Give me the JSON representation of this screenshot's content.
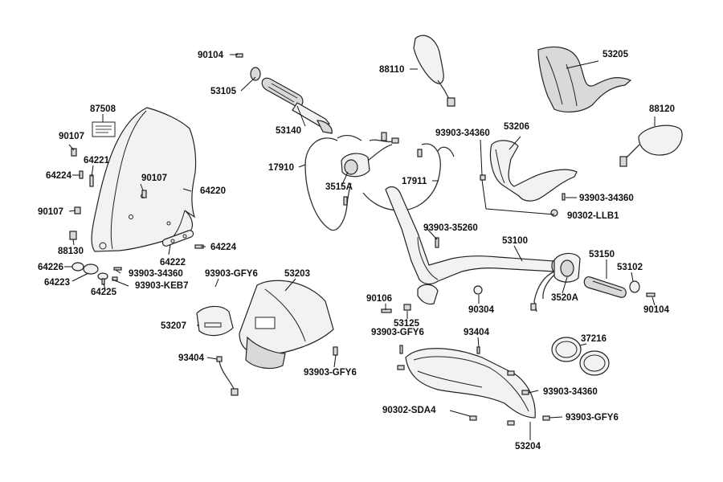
{
  "labels": {
    "l90104a": "90104",
    "l53105": "53105",
    "l53140": "53140",
    "l88110": "88110",
    "l53205": "53205",
    "l87508": "87508",
    "l90107a": "90107",
    "l64221": "64221",
    "l64224a": "64224",
    "l90107b": "90107",
    "l64220": "64220",
    "l90107c": "90107",
    "l88130": "88130",
    "l17910": "17910",
    "l3515A": "3515A",
    "l17911": "17911",
    "l93903_34360a": "93903-34360",
    "l53206": "53206",
    "l88120": "88120",
    "l93903_34360b": "93903-34360",
    "l90302_LLB1": "90302-LLB1",
    "l93903_35260": "93903-35260",
    "l53100": "53100",
    "l64224b": "64224",
    "l64222": "64222",
    "l64226": "64226",
    "l93903_34360c": "93903-34360",
    "l64223": "64223",
    "l93903_KEB7": "93903-KEB7",
    "l64225": "64225",
    "l93903_GFY6a": "93903-GFY6",
    "l53203": "53203",
    "l53150": "53150",
    "l53102": "53102",
    "l3520A": "3520A",
    "l90104b": "90104",
    "l90304": "90304",
    "l90106": "90106",
    "l53125": "53125",
    "l53207": "53207",
    "l93903_GFY6b": "93903-GFY6",
    "l93404a": "93404",
    "l37216": "37216",
    "l93404b": "93404",
    "l93903_GFY6c": "93903-GFY6",
    "l93903_34360d": "93903-34360",
    "l90302_SDA4": "90302-SDA4",
    "l93903_GFY6d": "93903-GFY6",
    "l53204": "53204"
  }
}
